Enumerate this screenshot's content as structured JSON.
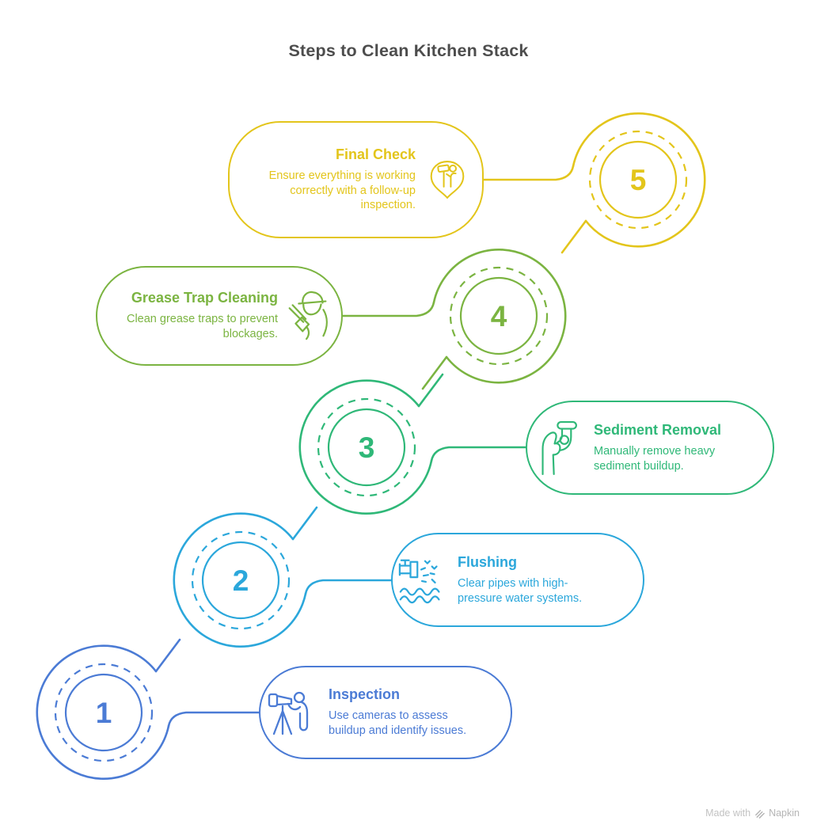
{
  "title": "Steps to Clean Kitchen Stack",
  "steps": [
    {
      "number": "1",
      "title": "Inspection",
      "description": "Use cameras to assess buildup and identify issues.",
      "color": "#4B7BD5",
      "icon": "camera-tripod-icon"
    },
    {
      "number": "2",
      "title": "Flushing",
      "description": "Clear pipes with high-pressure water systems.",
      "color": "#2BA7DB",
      "icon": "pipe-flushing-icon"
    },
    {
      "number": "3",
      "title": "Sediment Removal",
      "description": "Manually remove heavy sediment buildup.",
      "color": "#2FB878",
      "icon": "hand-holding-pipe-icon"
    },
    {
      "number": "4",
      "title": "Grease Trap Cleaning",
      "description": "Clean grease traps to prevent blockages.",
      "color": "#7BB441",
      "icon": "worker-cleaning-icon"
    },
    {
      "number": "5",
      "title": "Final Check",
      "description": "Ensure everything is working correctly with a follow-up inspection.",
      "color": "#E3C51B",
      "icon": "inspection-pin-icon"
    }
  ],
  "title_color": "#4D4D4D",
  "watermark": {
    "prefix": "Made with",
    "brand": "Napkin"
  }
}
